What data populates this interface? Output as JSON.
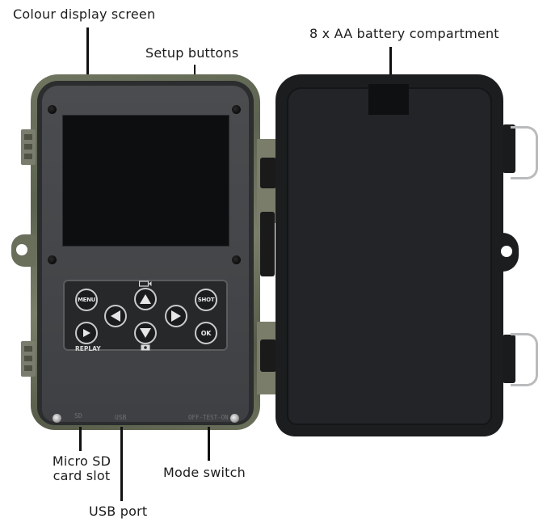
{
  "figure": {
    "subject": "Trail camera, opened, inside view",
    "annotations": [
      {
        "id": "colour_display_screen",
        "text": "Colour display screen"
      },
      {
        "id": "setup_buttons",
        "text": "Setup buttons"
      },
      {
        "id": "battery_compartment",
        "text": "8 x AA battery compartment"
      },
      {
        "id": "micro_sd_slot",
        "line1": "Micro SD",
        "line2": "card slot"
      },
      {
        "id": "usb_port",
        "text": "USB port"
      },
      {
        "id": "mode_switch",
        "text": "Mode switch"
      }
    ]
  },
  "keypad": {
    "menu": "MENU",
    "shot": "SHOT",
    "ok": "OK",
    "replay_caption": "REPLAY",
    "up_icon": "video-camera-icon",
    "down_icon": "photo-camera-icon"
  },
  "panel_markings": {
    "sd": "SD",
    "usb": "USB",
    "mode": "OFF-TEST-ON"
  },
  "colors": {
    "camo_body": "#6a6f5c",
    "panel": "#444649",
    "screen": "#0d0e10",
    "door": "#1c1d1f",
    "label_text": "#1c1c1c"
  }
}
